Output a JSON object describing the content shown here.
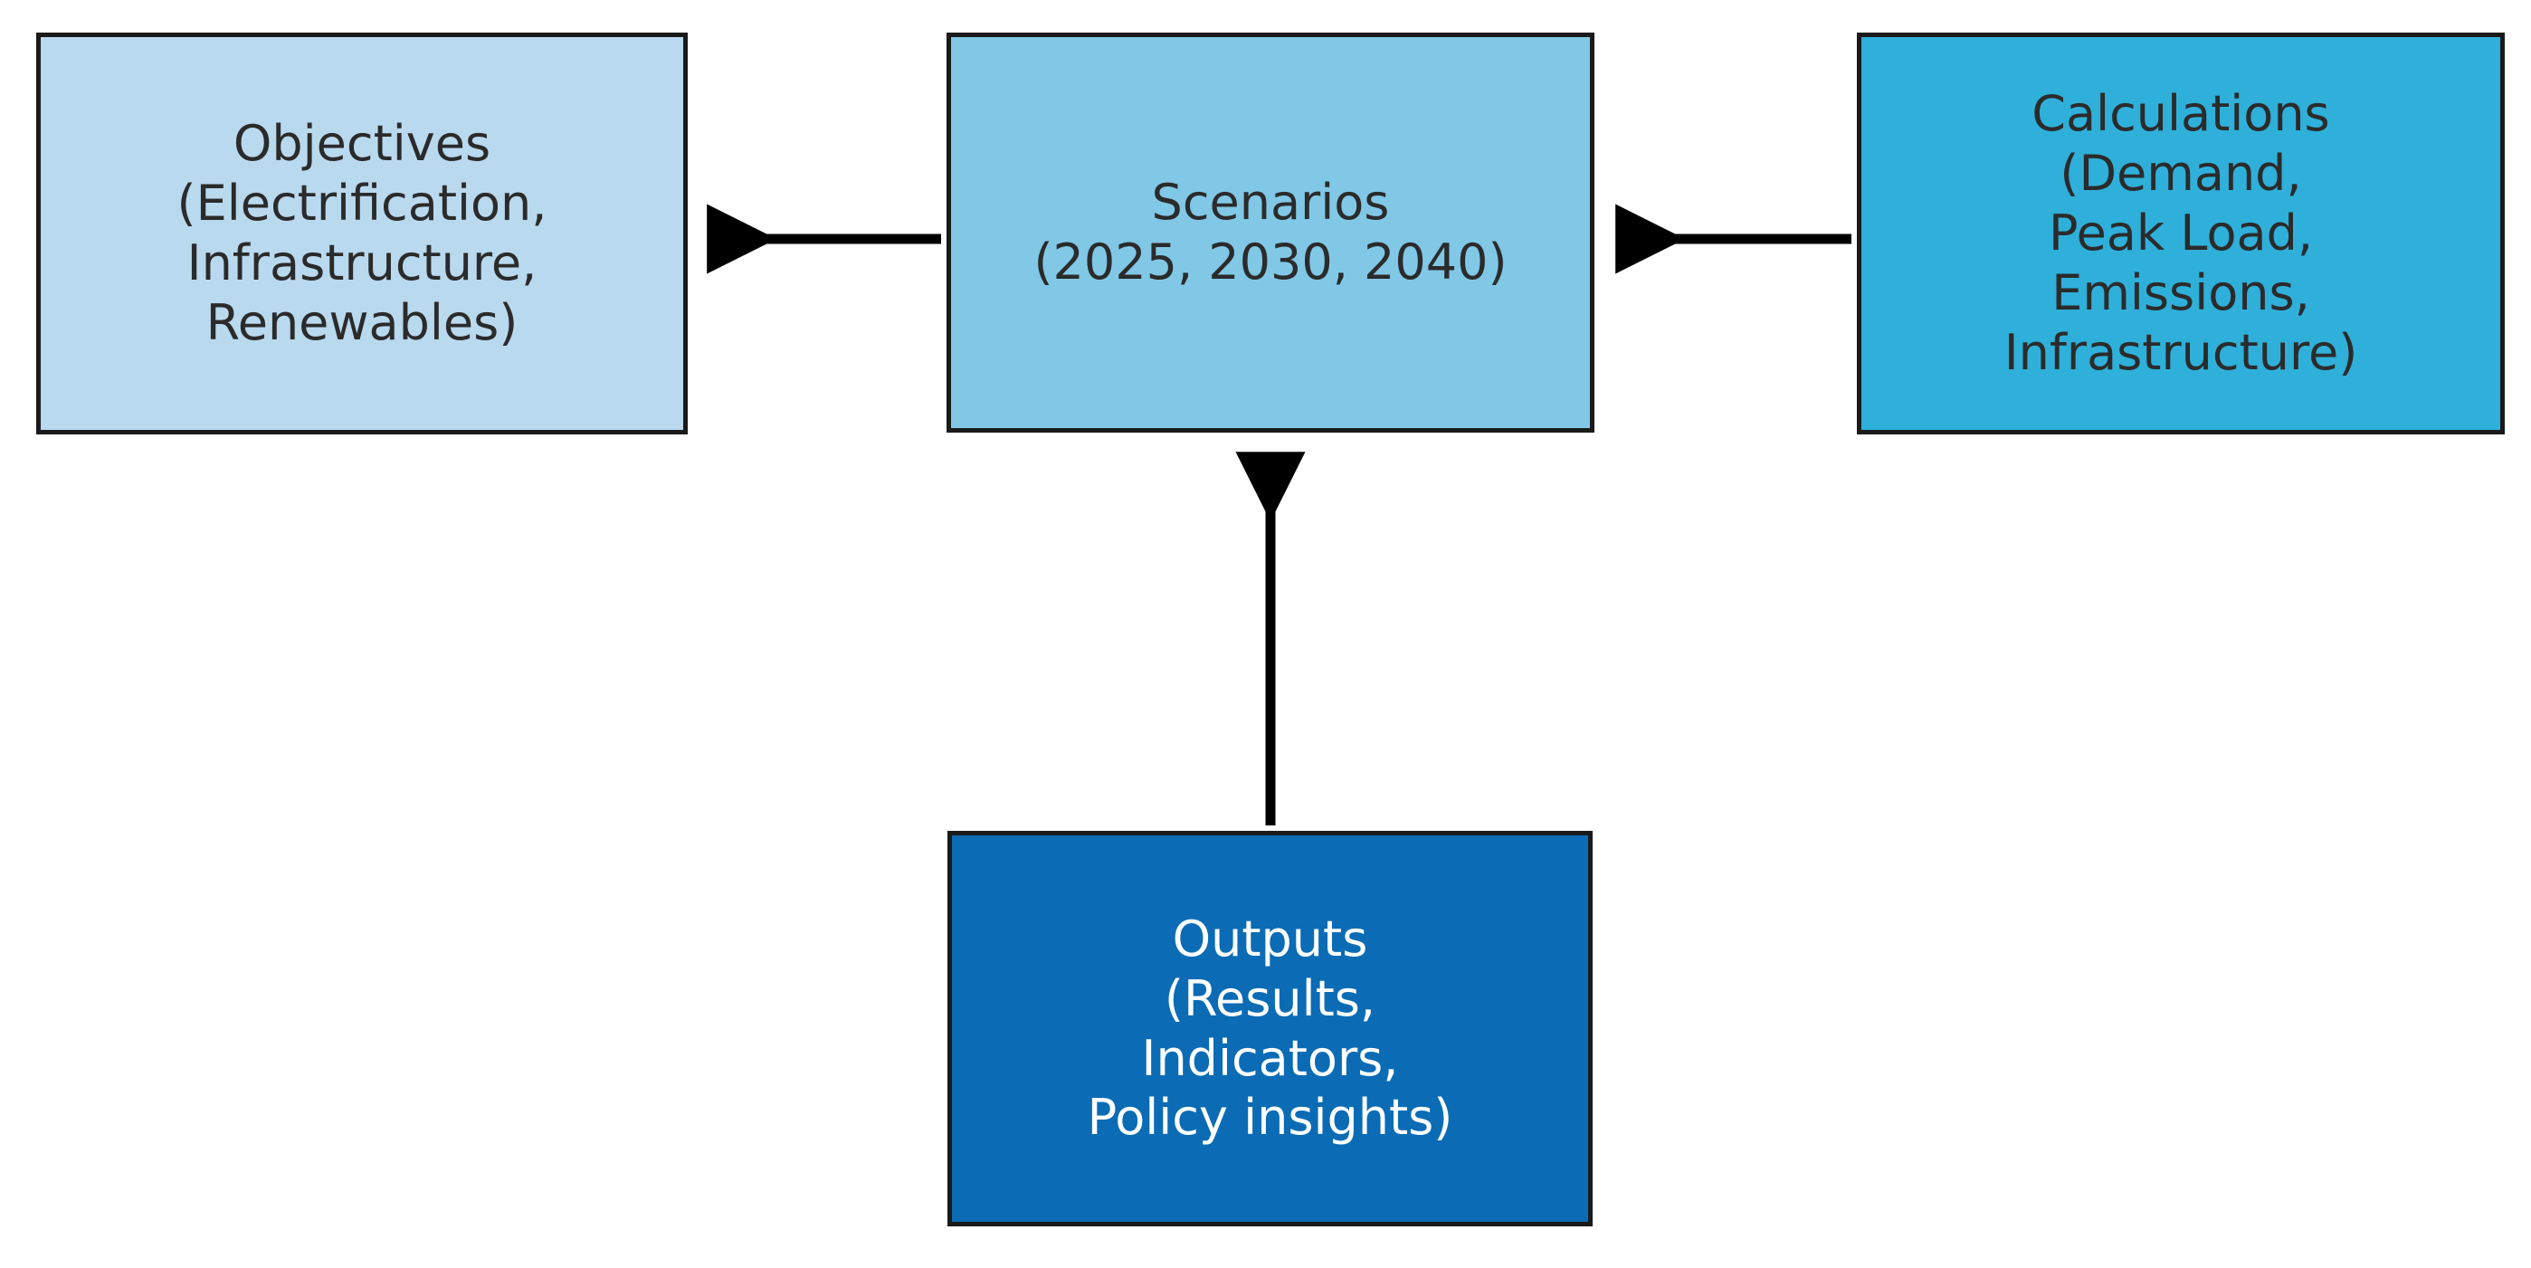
{
  "diagram": {
    "title_present": false,
    "background_color": "#ffffff",
    "border_color": "#1a1a1a",
    "nodes": [
      {
        "id": "objectives",
        "label": "Objectives\n(Electrification,\nInfrastructure,\nRenewables)",
        "fill": "#b9d9ef",
        "text_color": "#2b2b2b"
      },
      {
        "id": "scenarios",
        "label": "Scenarios\n(2025, 2030, 2040)",
        "fill": "#80c8e6",
        "text_color": "#2b2b2b"
      },
      {
        "id": "calculations",
        "label": "Calculations\n(Demand,\nPeak Load,\nEmissions,\nInfrastructure)",
        "fill": "#2eb0da",
        "text_color": "#2b2b2b"
      },
      {
        "id": "outputs",
        "label": "Outputs\n(Results,\nIndicators,\nPolicy insights)",
        "fill": "#0b6cb5",
        "text_color": "#ffffff"
      }
    ],
    "edges": [
      {
        "id": "scenarios-to-objectives",
        "from": "scenarios",
        "to": "objectives",
        "direction": "left",
        "color": "#000000"
      },
      {
        "id": "calculations-to-scenarios",
        "from": "calculations",
        "to": "scenarios",
        "direction": "left",
        "color": "#000000"
      },
      {
        "id": "outputs-to-scenarios",
        "from": "outputs",
        "to": "scenarios",
        "direction": "up",
        "color": "#000000"
      }
    ],
    "scenario_years": [
      2025,
      2030,
      2040
    ]
  }
}
